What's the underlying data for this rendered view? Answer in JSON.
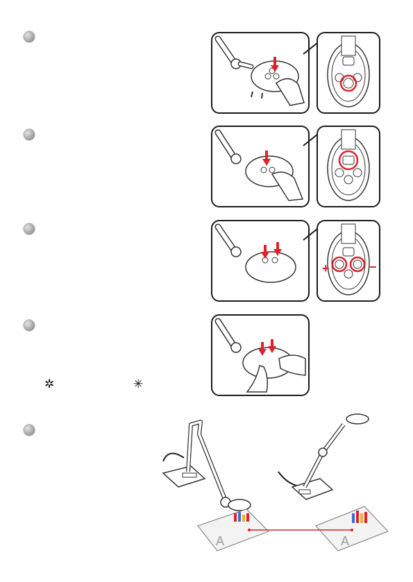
{
  "steps": [
    {
      "id": 1,
      "has_zoom": true,
      "highlight": "bottom"
    },
    {
      "id": 2,
      "has_zoom": true,
      "highlight": "top"
    },
    {
      "id": 3,
      "has_zoom": true,
      "highlight": "sides"
    },
    {
      "id": 4,
      "has_zoom": false
    },
    {
      "id": 5,
      "has_zoom": false
    }
  ],
  "step4": {
    "bright_icon_left": "✲",
    "bright_icon_right": "✳"
  },
  "step3": {
    "plus_label": "+",
    "minus_label": "−"
  },
  "colors": {
    "accent_red": "#e0202a",
    "outline": "#1a1a1a",
    "bullet_gray": "#a9a9a9"
  },
  "icons": [
    "press-arrow-icon",
    "highlight-circle-icon",
    "brightness-icon",
    "document-camera-illustration"
  ]
}
